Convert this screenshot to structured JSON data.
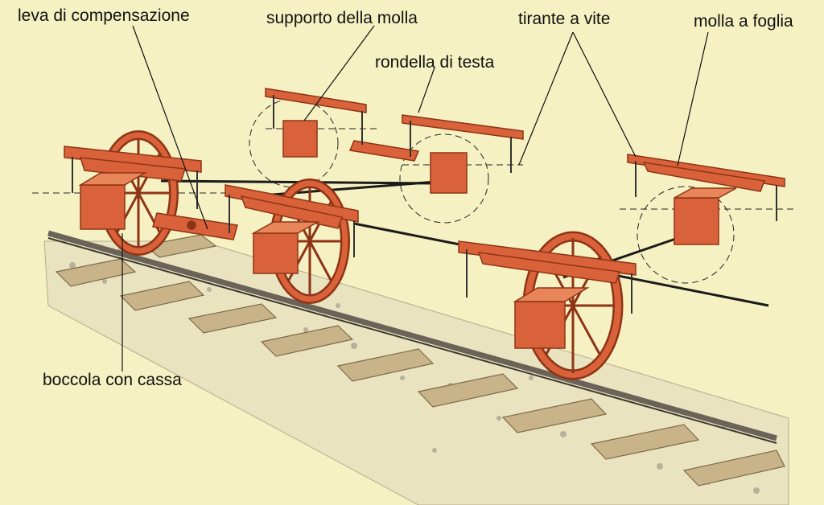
{
  "labels": {
    "leva_di_compensazione": "leva di compensazione",
    "supporto_della_molla": "supporto della molla",
    "tirante_a_vite": "tirante a vite",
    "molla_a_foglia": "molla a foglia",
    "rondella_di_testa": "rondella di testa",
    "boccola_con_cassa": "boccola con cassa"
  },
  "colors": {
    "background": "#f6f1c2",
    "parts": "#d9623a",
    "parts_dark": "#8e3416",
    "rail": "#6b6258",
    "sleeper": "#c9b48a",
    "ballast": "#8f8a80"
  }
}
